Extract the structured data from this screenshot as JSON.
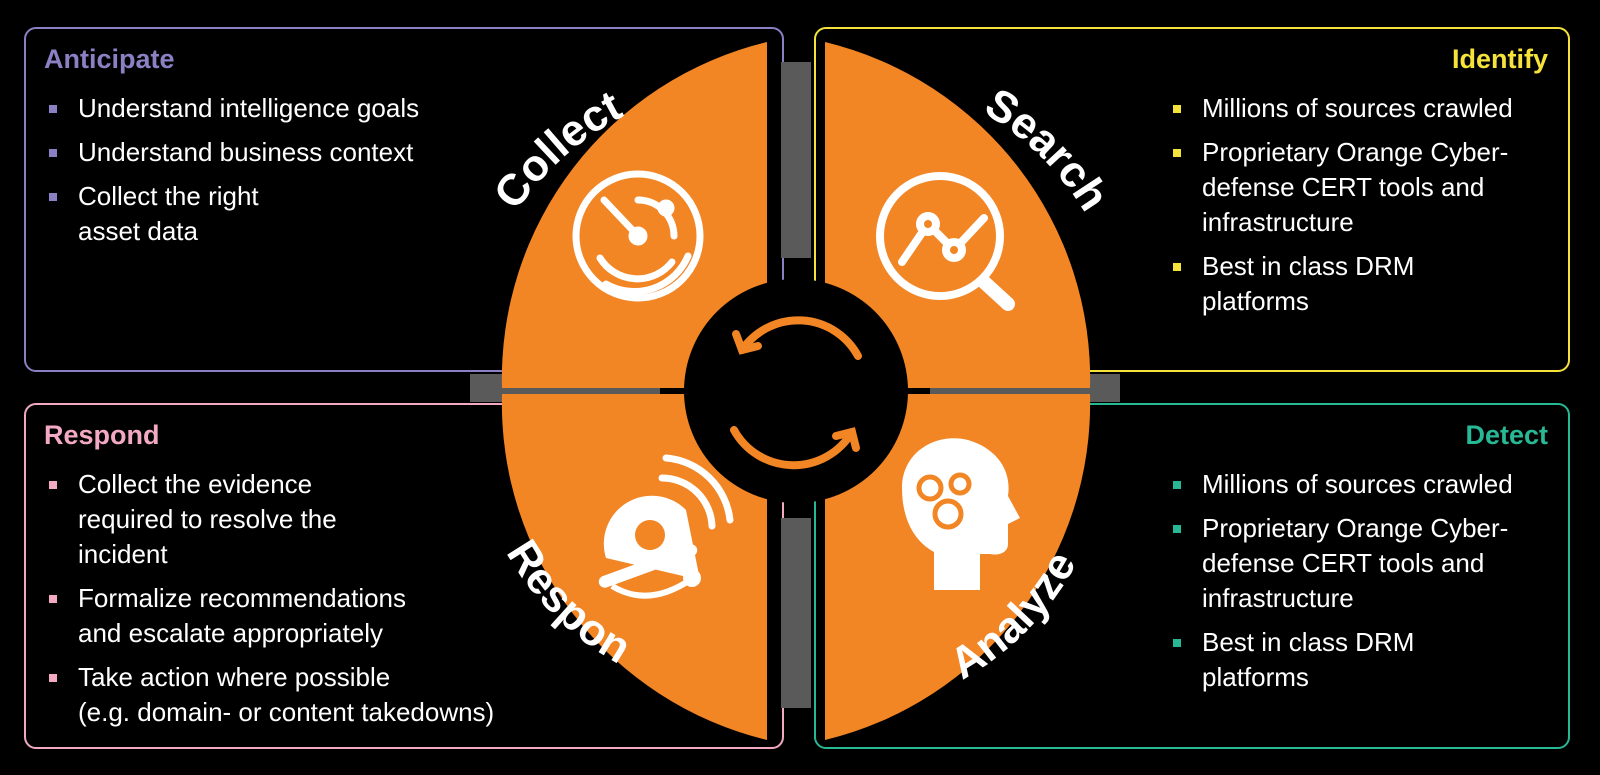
{
  "colors": {
    "accent_orange": "#f28524",
    "anticipate": "#8b80c4",
    "identify": "#f5e33c",
    "respond": "#f3a9c3",
    "detect": "#27b895",
    "connector_gray": "#5a5a5a",
    "background": "#000000"
  },
  "panels": {
    "anticipate": {
      "title": "Anticipate",
      "bullets": [
        "Understand intelligence goals",
        "Understand business context",
        "Collect the right\nasset data"
      ]
    },
    "identify": {
      "title": "Identify",
      "bullets": [
        "Millions of sources crawled",
        "Proprietary Orange Cyber-\ndefense CERT tools and\ninfrastructure",
        "Best in class DRM\nplatforms"
      ]
    },
    "respond": {
      "title": "Respond",
      "bullets": [
        "Collect the evidence\nrequired to resolve the\nincident",
        "Formalize recommendations\nand escalate appropriately",
        "Take action where possible\n(e.g. domain- or content takedowns)"
      ]
    },
    "detect": {
      "title": "Detect",
      "bullets": [
        "Millions of sources crawled",
        "Proprietary Orange Cyber-\ndefense CERT tools and\ninfrastructure",
        "Best in class DRM\nplatforms"
      ]
    }
  },
  "cycle": {
    "collect": {
      "label": "Collect",
      "icon": "radar-icon"
    },
    "search": {
      "label": "Search",
      "icon": "analytics-magnifier-icon"
    },
    "respond": {
      "label": "Respond",
      "icon": "alarm-bell-icon"
    },
    "analyze": {
      "label": "Analyze",
      "icon": "head-gears-icon"
    },
    "center_icon": "cycle-arrows-icon"
  }
}
